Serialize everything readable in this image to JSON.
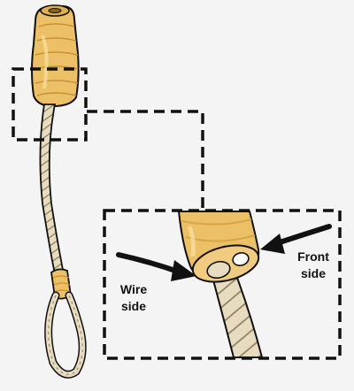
{
  "labels": {
    "wire_side": [
      "Wire",
      "side"
    ],
    "front_side": [
      "Front",
      "side"
    ]
  },
  "colors": {
    "background": "#f4f4f4",
    "sleeve": "#ecc066",
    "sleeve_shadow": "#d8a545",
    "rope": "#e8dcc0",
    "outline": "#111111",
    "dashed_frame": "#111111"
  },
  "icons": {
    "rope_assembly": "braided-rope-with-wrapped-end-and-eye-loop",
    "detail_view": "magnified-sleeve-end-cross-section",
    "arrows": [
      "arrow-pointing-right-icon",
      "arrow-pointing-left-icon"
    ]
  }
}
